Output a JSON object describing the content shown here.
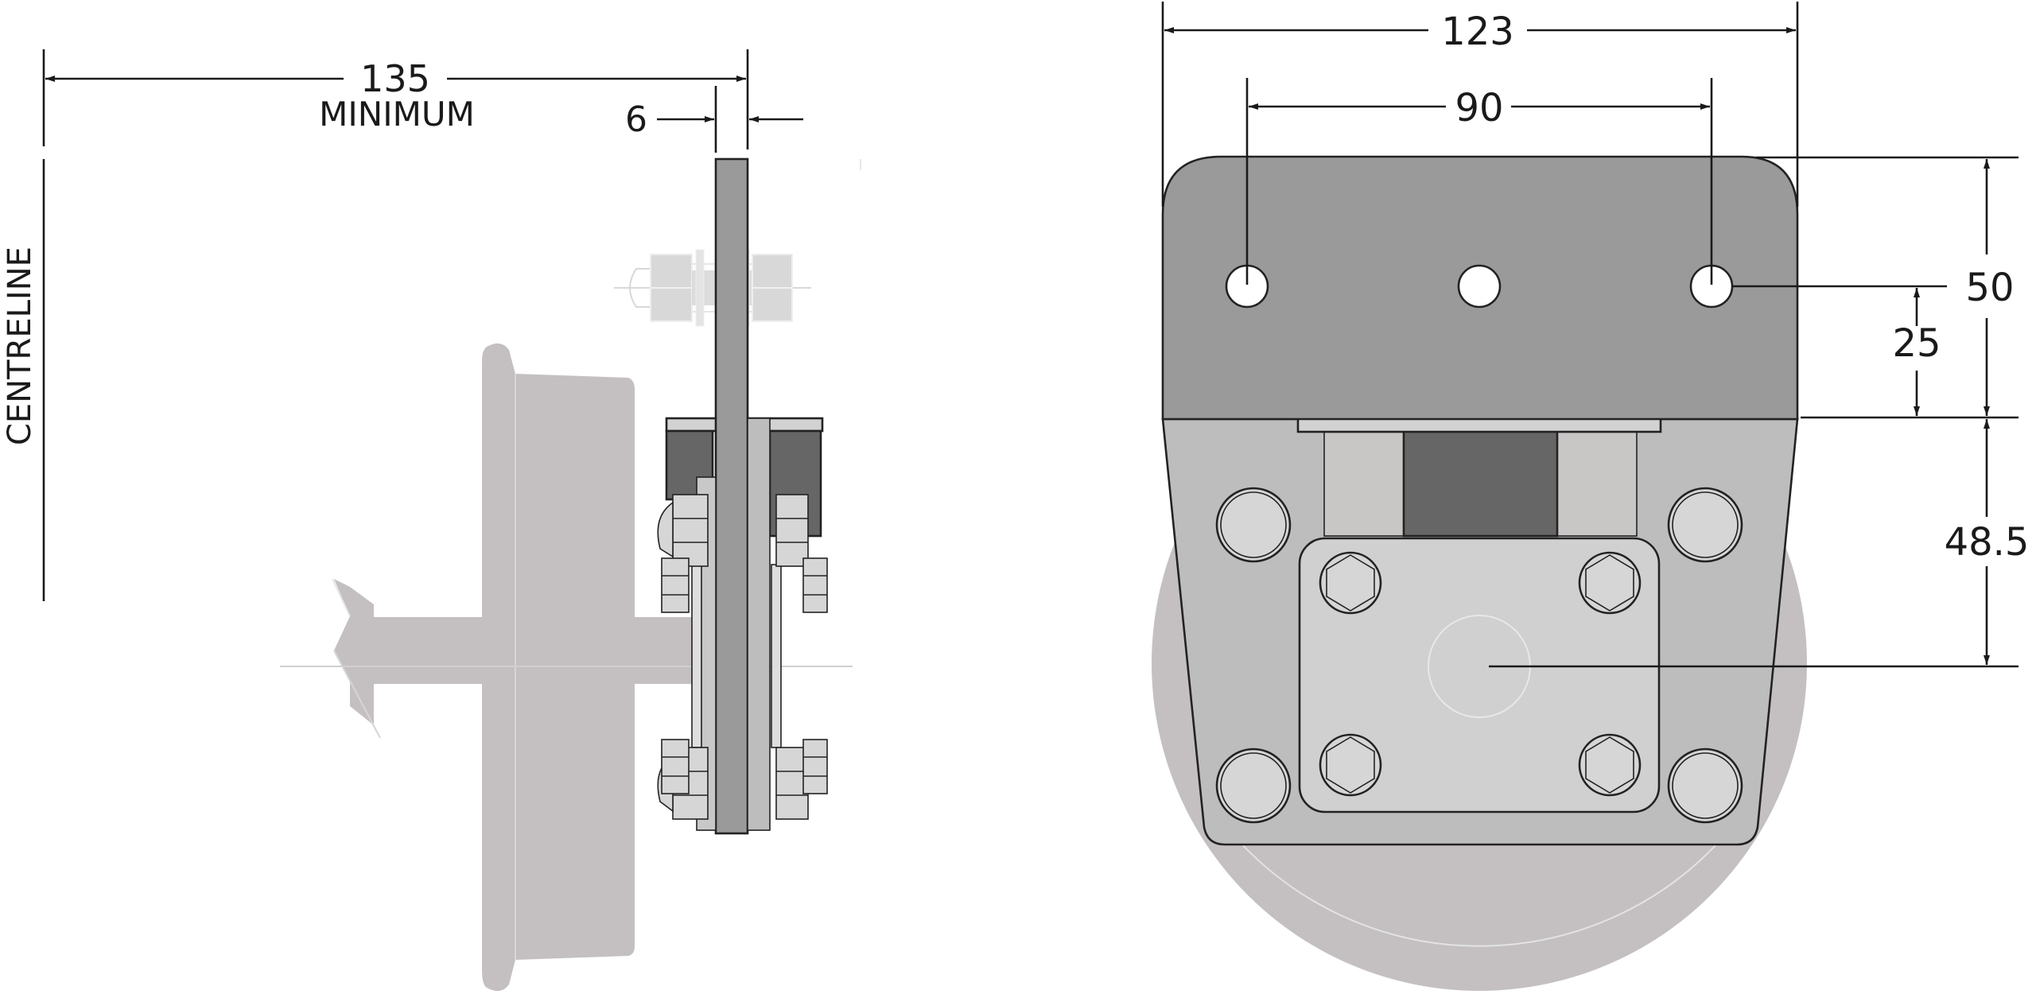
{
  "side_view": {
    "dim_overall": "135",
    "dim_overall_note": "MINIMUM",
    "dim_plate": "6",
    "centreline_label": "CENTRELINE"
  },
  "front_view": {
    "dim_width": "123",
    "dim_hole_spacing": "90",
    "dim_plate_height": "50",
    "dim_hole_height": "25",
    "dim_axle_height": "48.5"
  },
  "colors": {
    "plate_dark": "#9a9a9a",
    "bracket": "#bdbdbd",
    "wheel_ghost": "#c4c0c1",
    "block_dark": "#666666",
    "bolt": "#d6d6d6"
  }
}
